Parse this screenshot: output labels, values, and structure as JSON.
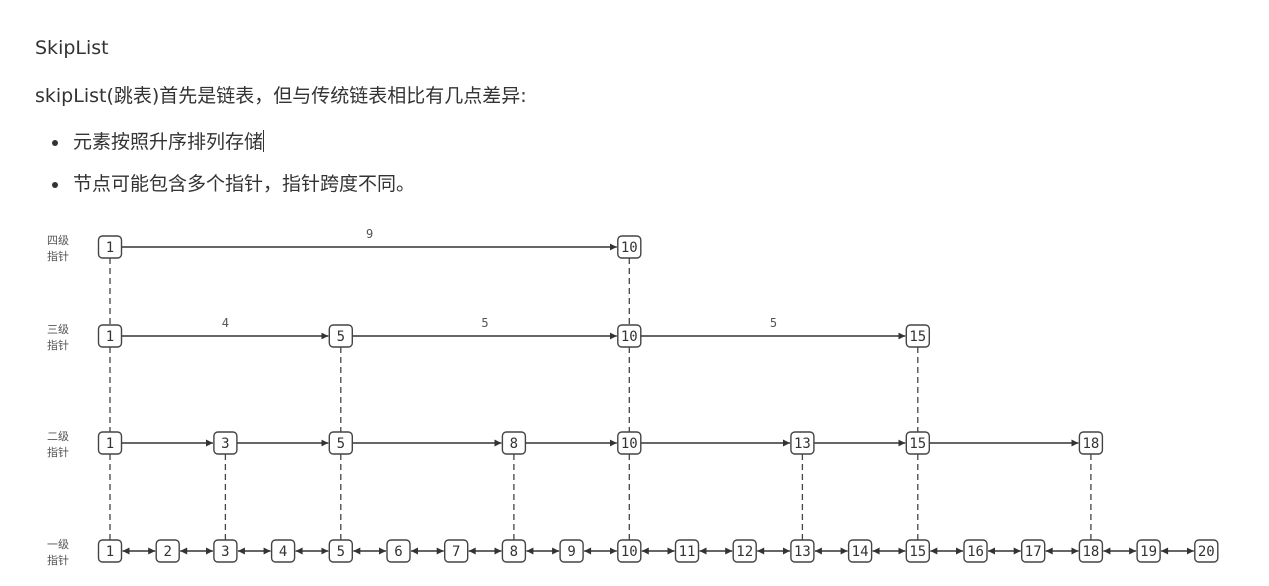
{
  "doc": {
    "title": "SkipList",
    "intro": "skipList(跳表)首先是链表，但与传统链表相比有几点差异:",
    "bullets": [
      "元素按照升序排列存储",
      "节点可能包含多个指针，指针跨度不同。"
    ]
  },
  "diagram": {
    "levels": [
      {
        "label_line1": "四级",
        "label_line2": "指针",
        "nodes": [
          1,
          10
        ],
        "distances": [
          "9"
        ],
        "arrow": "single"
      },
      {
        "label_line1": "三级",
        "label_line2": "指针",
        "nodes": [
          1,
          5,
          10,
          15
        ],
        "distances": [
          "4",
          "5",
          "5"
        ],
        "arrow": "single"
      },
      {
        "label_line1": "二级",
        "label_line2": "指针",
        "nodes": [
          1,
          3,
          5,
          8,
          10,
          13,
          15,
          18
        ],
        "distances": [],
        "arrow": "single"
      },
      {
        "label_line1": "一级",
        "label_line2": "指针",
        "nodes": [
          1,
          2,
          3,
          4,
          5,
          6,
          7,
          8,
          9,
          10,
          11,
          12,
          13,
          14,
          15,
          16,
          17,
          18,
          19,
          20
        ],
        "distances": [],
        "arrow": "double"
      }
    ]
  }
}
